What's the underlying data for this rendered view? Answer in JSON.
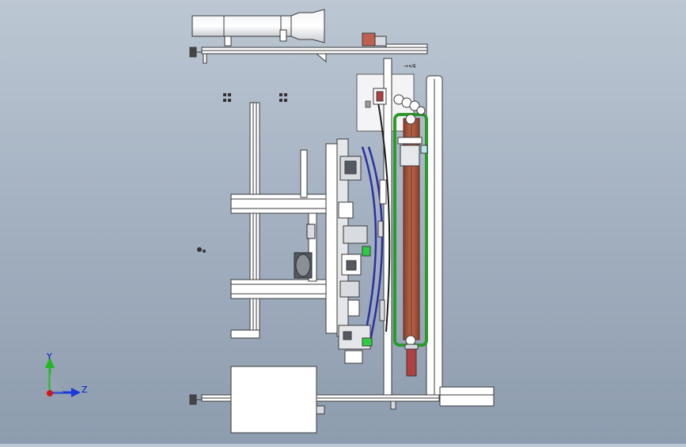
{
  "viewport": {
    "background_top": "#bcc7d3",
    "background_bottom": "#8d9cae"
  },
  "model": {
    "frame_color": "#ffffff",
    "edge_color": "#3a3a3a",
    "shaded_color": "#d8dbe0",
    "belt_color": "#a0523a",
    "guard_color": "#2a9a2a",
    "rail_color": "#2d2fa0",
    "accent_red": "#b04040"
  },
  "triad": {
    "y_label": "Y",
    "z_label": "Z",
    "y_color": "#22b822",
    "z_color": "#1c3ad8",
    "origin_color": "#d01818"
  },
  "annotation": {
    "dim_text": "→•⁄4"
  }
}
